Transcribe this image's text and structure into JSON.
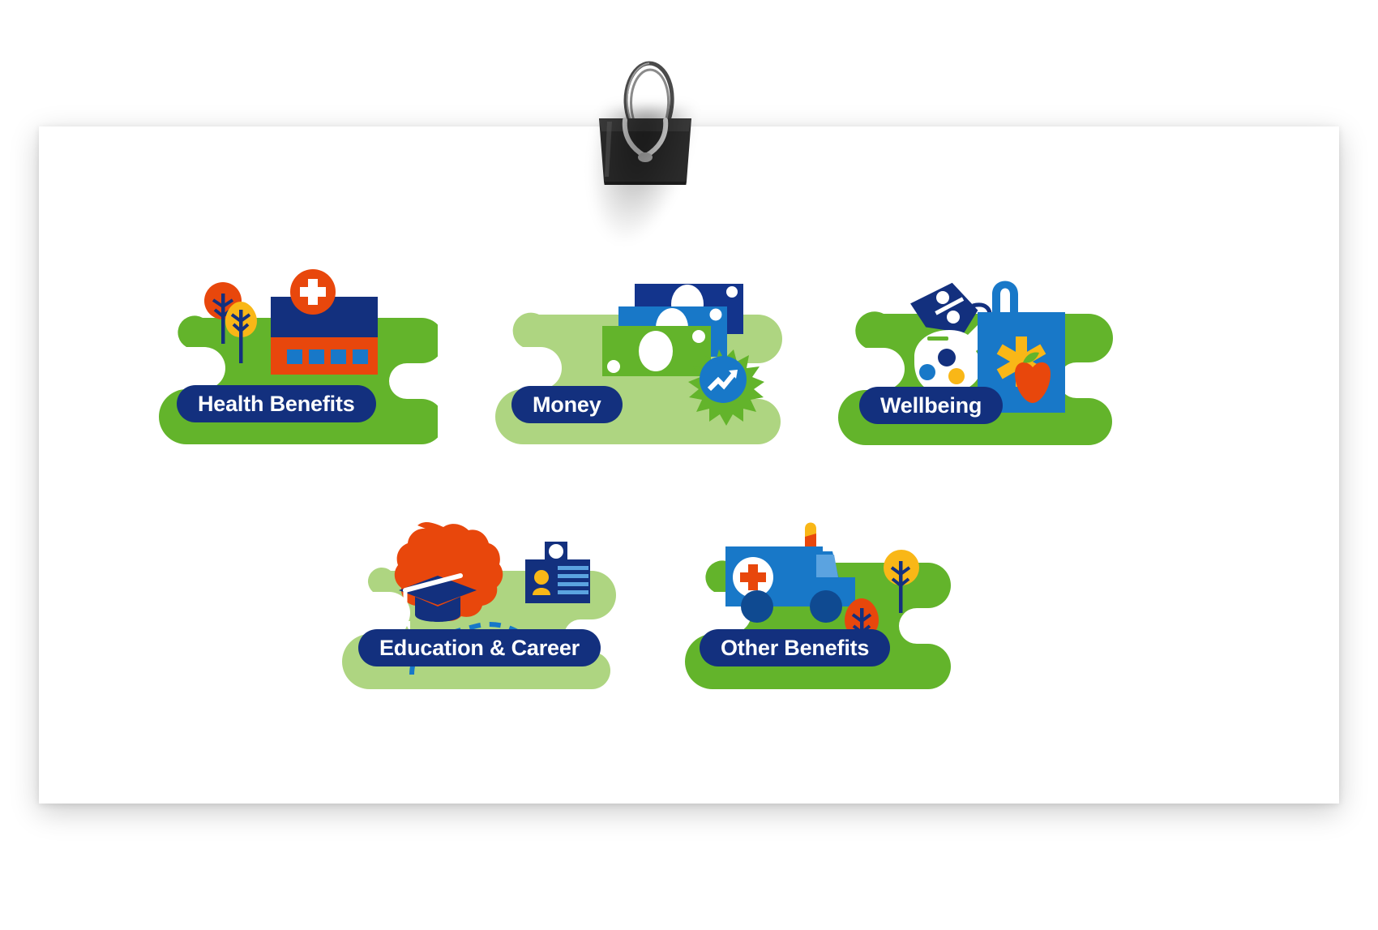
{
  "page": {
    "background_color": "#ffffff",
    "paper_color": "#ffffff"
  },
  "decor": {
    "binder_clip": "binder-clip",
    "clip_color": "#2b2b2b"
  },
  "palette": {
    "green_dark": "#63b42b",
    "green_light": "#aed581",
    "navy": "#13307e",
    "blue": "#1878c8",
    "blue_light": "#5ba3e0",
    "blue_dark": "#14348c",
    "orange": "#e8470c",
    "yellow": "#f9b717",
    "white": "#ffffff"
  },
  "tiles": [
    {
      "id": "health-benefits",
      "label": "Health Benefits",
      "blob_color": "#63b42b",
      "icons": [
        "tree-orange-icon",
        "tree-yellow-icon",
        "hospital-icon",
        "medical-cross-icon"
      ]
    },
    {
      "id": "money",
      "label": "Money",
      "blob_color": "#aed581",
      "icons": [
        "banknote-navy-icon",
        "banknote-blue-icon",
        "banknote-green-icon",
        "growth-badge-icon"
      ]
    },
    {
      "id": "wellbeing",
      "label": "Wellbeing",
      "blob_color": "#63b42b",
      "icons": [
        "discount-tag-icon",
        "piggy-bank-icon",
        "shopping-bag-icon",
        "asterisk-icon",
        "apple-icon"
      ]
    },
    {
      "id": "education-career",
      "label": "Education & Career",
      "blob_color": "#aed581",
      "icons": [
        "graduation-cap-badge-icon",
        "dashed-path-icon",
        "id-card-icon"
      ]
    },
    {
      "id": "other-benefits",
      "label": "Other Benefits",
      "blob_color": "#63b42b",
      "icons": [
        "ambulance-icon",
        "tree-orange-icon",
        "tree-yellow-icon"
      ]
    }
  ]
}
